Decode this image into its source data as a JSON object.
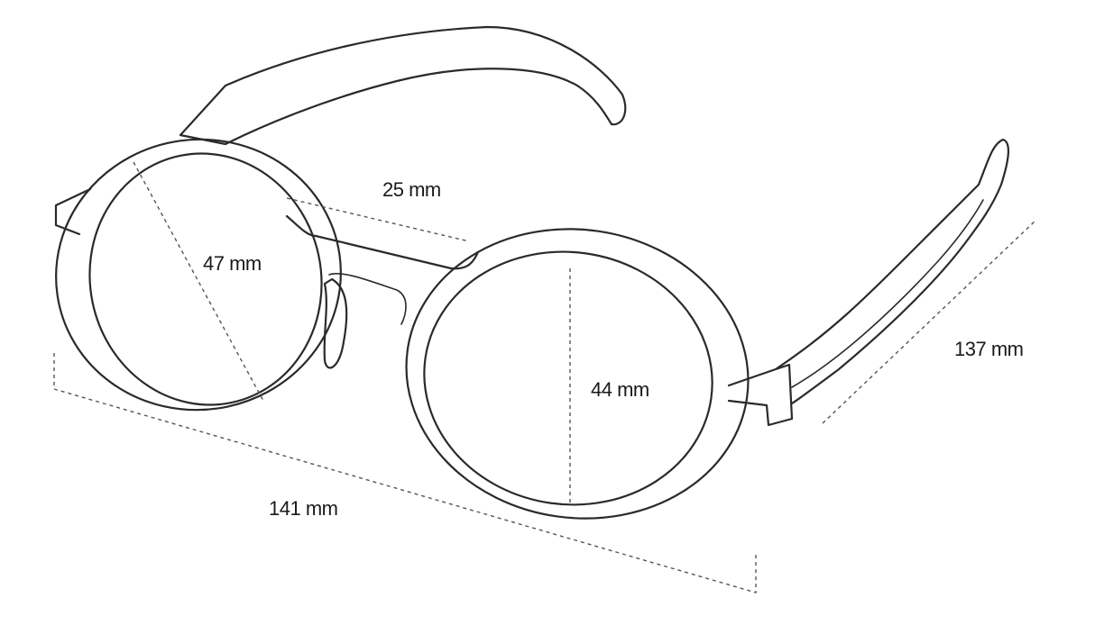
{
  "dimensions": {
    "lens_diagonal": "47 mm",
    "bridge_width": "25 mm",
    "lens_height": "44 mm",
    "total_width": "141 mm",
    "temple_length": "137 mm"
  }
}
